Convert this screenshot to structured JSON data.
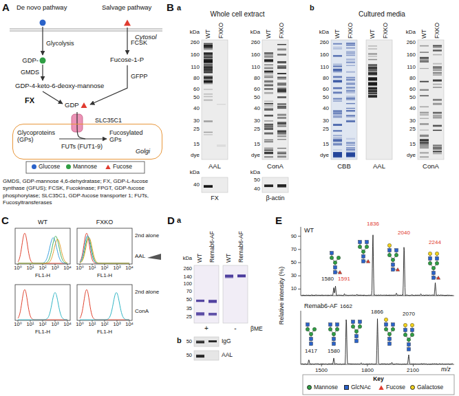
{
  "diagram": {
    "nodes": [
      {
        "text": [
          "Glycoproteins (GPs)",
          "Fucosylated GPs",
          "FUTs (FUT1-9)",
          "Golgi"
        ]
      }
    ],
    "labels": [
      "A",
      "De novo pathway",
      "Salvage pathway",
      "Cytosol",
      "Glycolysis",
      "GDP-",
      "GMDS",
      "GDP-4-keto-6-deoxy-mannose",
      "FCSK",
      "Fucose-1-P",
      "FX",
      "GFPP",
      "GDP",
      "SLC35C1",
      "GMDS, GDP-mannose 4,6-dehydratase; FX, GDP-L-fucose synthase (GFUS); FCSK, Fucokinase; FPGT, GDP-fucose phosphorylase; SLC35C1, GDP-fucose transporter 1; FUTs, Fucosyltransferases",
      "B",
      "a",
      "Whole cell extract",
      "kDa",
      "WT",
      "FXKO",
      "260",
      "160",
      "110",
      "80",
      "60",
      "50",
      "40",
      "30",
      "25",
      "15",
      "dye",
      "AAL",
      "kDa",
      "WT",
      "FXKO",
      "260",
      "160",
      "110",
      "80",
      "60",
      "50",
      "40",
      "30",
      "25",
      "15",
      "dye",
      "ConA",
      "kDa",
      "40",
      "FX",
      "kDa",
      "50",
      "40",
      "β-actin",
      "b",
      "Cultured media",
      "kDa",
      "WT",
      "FXKO",
      "260",
      "160",
      "110",
      "80",
      "60",
      "50",
      "40",
      "30",
      "25",
      "15",
      "dye",
      "CBB",
      "WT",
      "FXKO",
      "AAL",
      "kDa",
      "WT",
      "FXKO",
      "260",
      "160",
      "110",
      "80",
      "60",
      "50",
      "40",
      "30",
      "25",
      "15",
      "dye",
      "ConA",
      "C",
      "WT",
      "FXKO",
      "2nd alone",
      "AAL",
      "10⁰",
      "10¹",
      "10²",
      "10³",
      "10⁴",
      "FL1-H",
      "10⁰",
      "10¹",
      "10²",
      "10³",
      "10⁴",
      "FL1-H",
      "2nd alone",
      "ConA",
      "10⁰",
      "10¹",
      "10²",
      "10³",
      "10⁴",
      "FL1-H",
      "10⁰",
      "10¹",
      "10²",
      "10³",
      "10⁴",
      "FL1-H",
      "D",
      "a",
      "kDa",
      "260",
      "140",
      "100",
      "70",
      "50",
      "35",
      "25",
      "WT",
      "Remab6-AF",
      "WT",
      "Remab6-AF",
      "+",
      "-",
      "βME",
      "b",
      "50",
      "IgG",
      "50",
      "AAL",
      "E",
      "Relative intensity (%)",
      "WT",
      "90",
      "70",
      "50",
      "30",
      "10",
      "1580",
      "1591",
      "1836",
      "2040",
      "2244",
      "Remab6-AF",
      "1417",
      "1580",
      "1662",
      "1866",
      "2070",
      "1500",
      "1800",
      "2100",
      "m/z",
      "Key"
    ],
    "legend": [
      {
        "text": "Glucose",
        "color": "#2a62c9"
      },
      {
        "text": "Mannose",
        "color": "#2f9e44"
      },
      {
        "text": "Fucose",
        "color": "#e03b2f"
      },
      {
        "text": "Mannose",
        "color": "#2f9e44"
      },
      {
        "text": "GlcNAc",
        "color": "#2a62c9"
      },
      {
        "text": "Fucose",
        "color": "#e03b2f"
      },
      {
        "text": "Galactose",
        "color": "#f2d21b"
      }
    ]
  }
}
